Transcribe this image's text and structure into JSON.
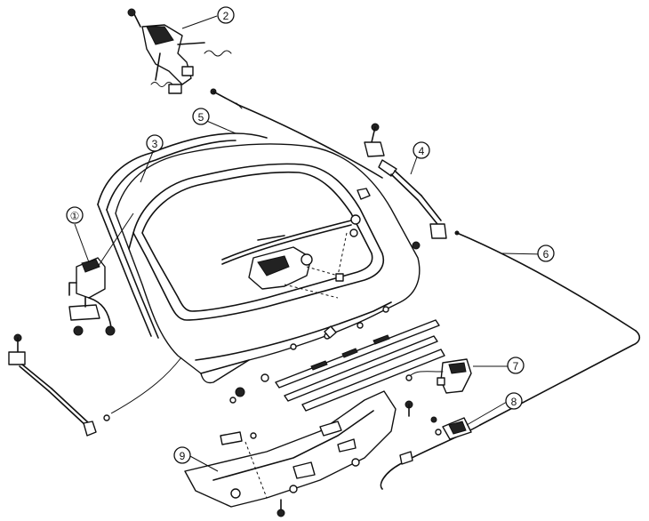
{
  "callouts": [
    {
      "id": "c1",
      "label": "①"
    },
    {
      "id": "c2",
      "label": "2"
    },
    {
      "id": "c3",
      "label": "3"
    },
    {
      "id": "c4",
      "label": "4"
    },
    {
      "id": "c5",
      "label": "5"
    },
    {
      "id": "c6",
      "label": "6"
    },
    {
      "id": "c7",
      "label": "7"
    },
    {
      "id": "c8",
      "label": "8"
    },
    {
      "id": "c9",
      "label": "9"
    }
  ]
}
